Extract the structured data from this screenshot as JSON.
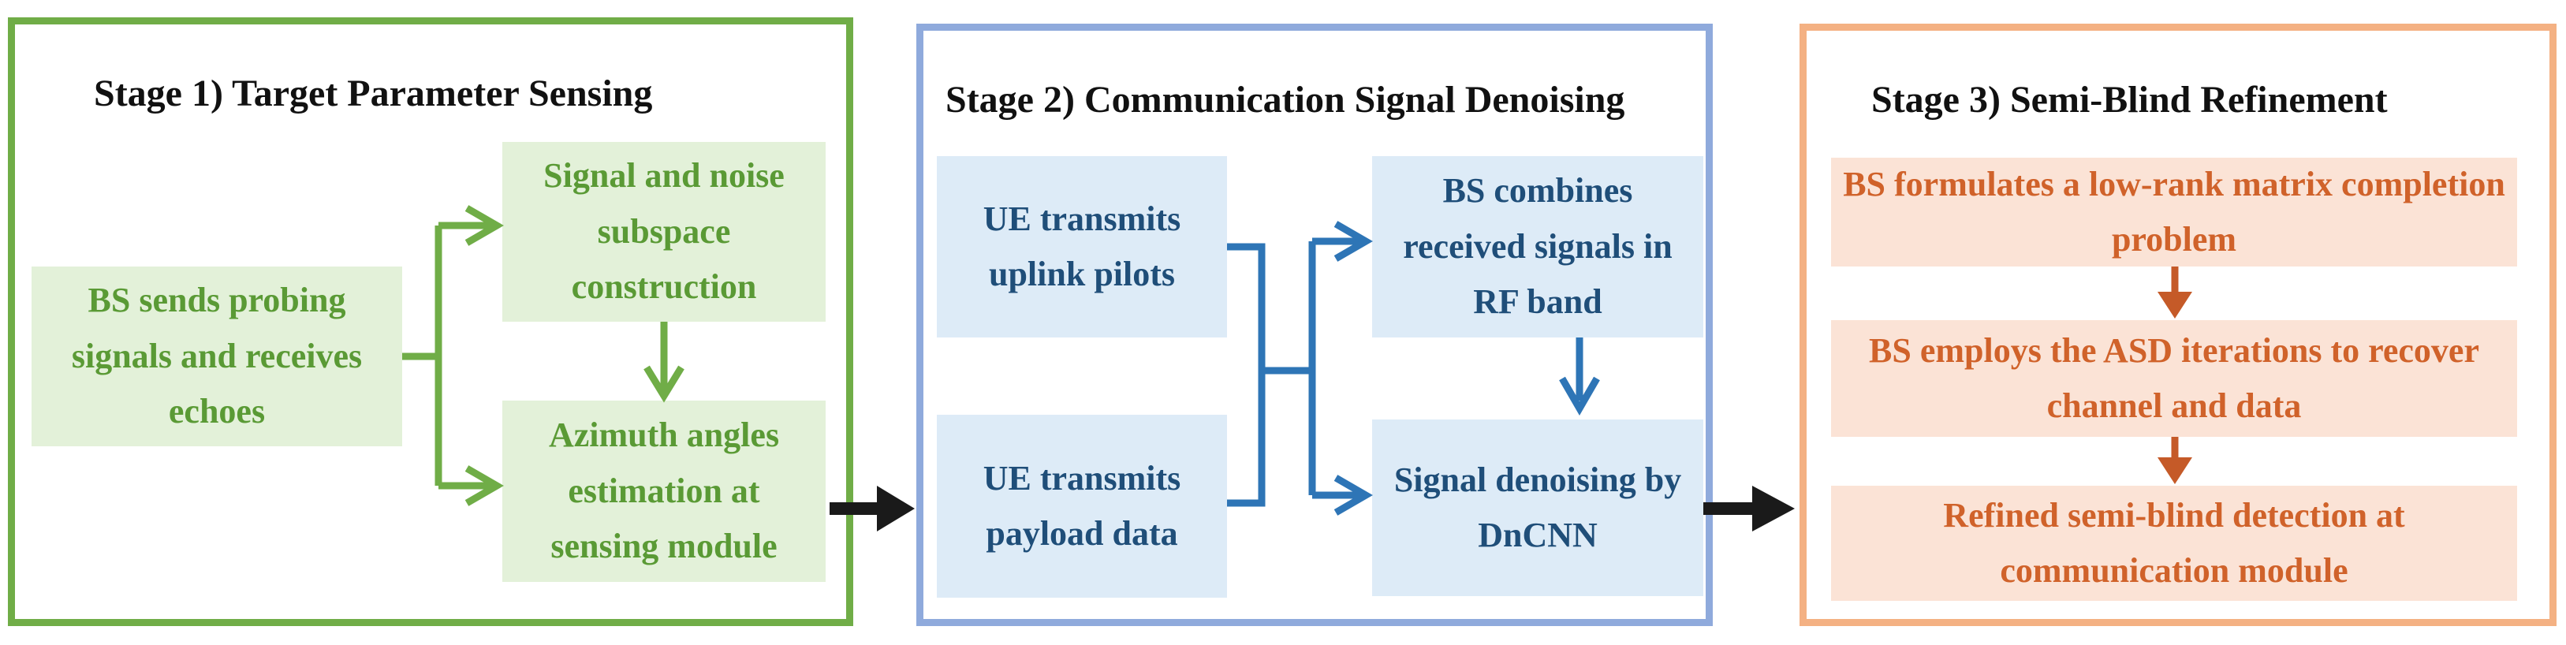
{
  "stages": [
    {
      "title": "Stage 1)   Target Parameter Sensing",
      "boxes": [
        "BS sends probing signals and receives echoes",
        "Signal and noise subspace construction",
        "Azimuth angles estimation at sensing module"
      ]
    },
    {
      "title": "Stage 2) Communication Signal Denoising",
      "boxes": [
        "UE transmits uplink pilots",
        "UE transmits payload data",
        "BS combines received signals in RF band",
        "Signal denoising by DnCNN"
      ]
    },
    {
      "title": "Stage 3)  Semi-Blind Refinement",
      "boxes": [
        "BS formulates a low-rank matrix completion problem",
        "BS employs the ASD iterations to recover channel and data",
        "Refined semi-blind detection at communication module"
      ]
    }
  ],
  "colors": {
    "stage1": "#70ad47",
    "stage2": "#8faadc",
    "stage3": "#f4b183",
    "arrow1": "#70ad47",
    "arrow2": "#2e75b6",
    "arrow3": "#c55a28",
    "between": "#1a1a1a"
  }
}
